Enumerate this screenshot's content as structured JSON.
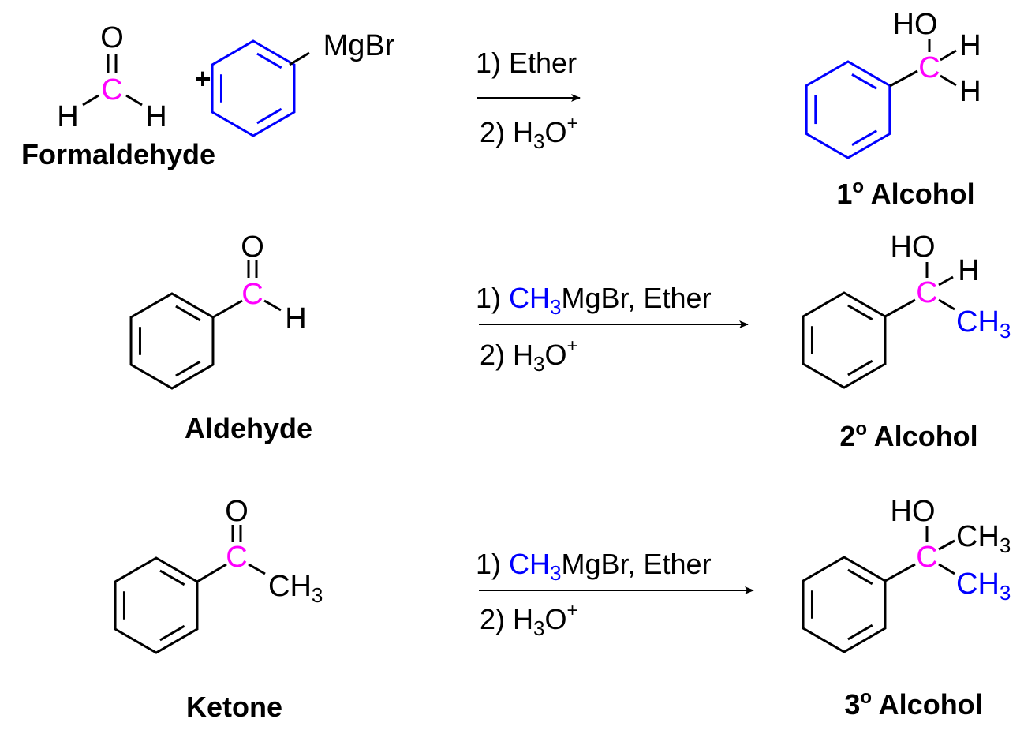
{
  "colors": {
    "carbon": "#ff00ff",
    "grignard": "#0000ff",
    "bond": "#000000"
  },
  "reactions": [
    {
      "reactant": {
        "name": "Formaldehyde",
        "atoms": {
          "o": "O",
          "c": "C",
          "h1": "H",
          "h2": "H"
        }
      },
      "plus": "+",
      "reagent": {
        "group": "MgBr"
      },
      "conditions": {
        "step1": "1) Ether",
        "step2_prefix": "2) H",
        "step2_sub": "3",
        "step2_o": "O",
        "step2_sup": "+"
      },
      "product": {
        "label_num": "1",
        "label_sup": "o",
        "label_text": " Alcohol",
        "atoms": {
          "ho": "HO",
          "c": "C",
          "h1": "H",
          "h2": "H"
        }
      }
    },
    {
      "reactant": {
        "name": "Aldehyde",
        "atoms": {
          "o": "O",
          "c": "C",
          "h": "H"
        }
      },
      "conditions": {
        "step1_prefix": "1) ",
        "step1_ch": "CH",
        "step1_sub": "3",
        "step1_rest": "MgBr, Ether",
        "step2_prefix": "2) H",
        "step2_sub": "3",
        "step2_o": "O",
        "step2_sup": "+"
      },
      "product": {
        "label_num": "2",
        "label_sup": "o",
        "label_text": " Alcohol",
        "atoms": {
          "ho": "HO",
          "c": "C",
          "h": "H",
          "ch": "CH",
          "ch_sub": "3"
        }
      }
    },
    {
      "reactant": {
        "name": "Ketone",
        "atoms": {
          "o": "O",
          "c": "C",
          "ch": "CH",
          "ch_sub": "3"
        }
      },
      "conditions": {
        "step1_prefix": "1) ",
        "step1_ch": "CH",
        "step1_sub": "3",
        "step1_rest": "MgBr, Ether",
        "step2_prefix": "2) H",
        "step2_sub": "3",
        "step2_o": "O",
        "step2_sup": "+"
      },
      "product": {
        "label_num": "3",
        "label_sup": "o",
        "label_text": " Alcohol",
        "atoms": {
          "ho": "HO",
          "c": "C",
          "ch1": "CH",
          "ch1_sub": "3",
          "ch2": "CH",
          "ch2_sub": "3"
        }
      }
    }
  ]
}
